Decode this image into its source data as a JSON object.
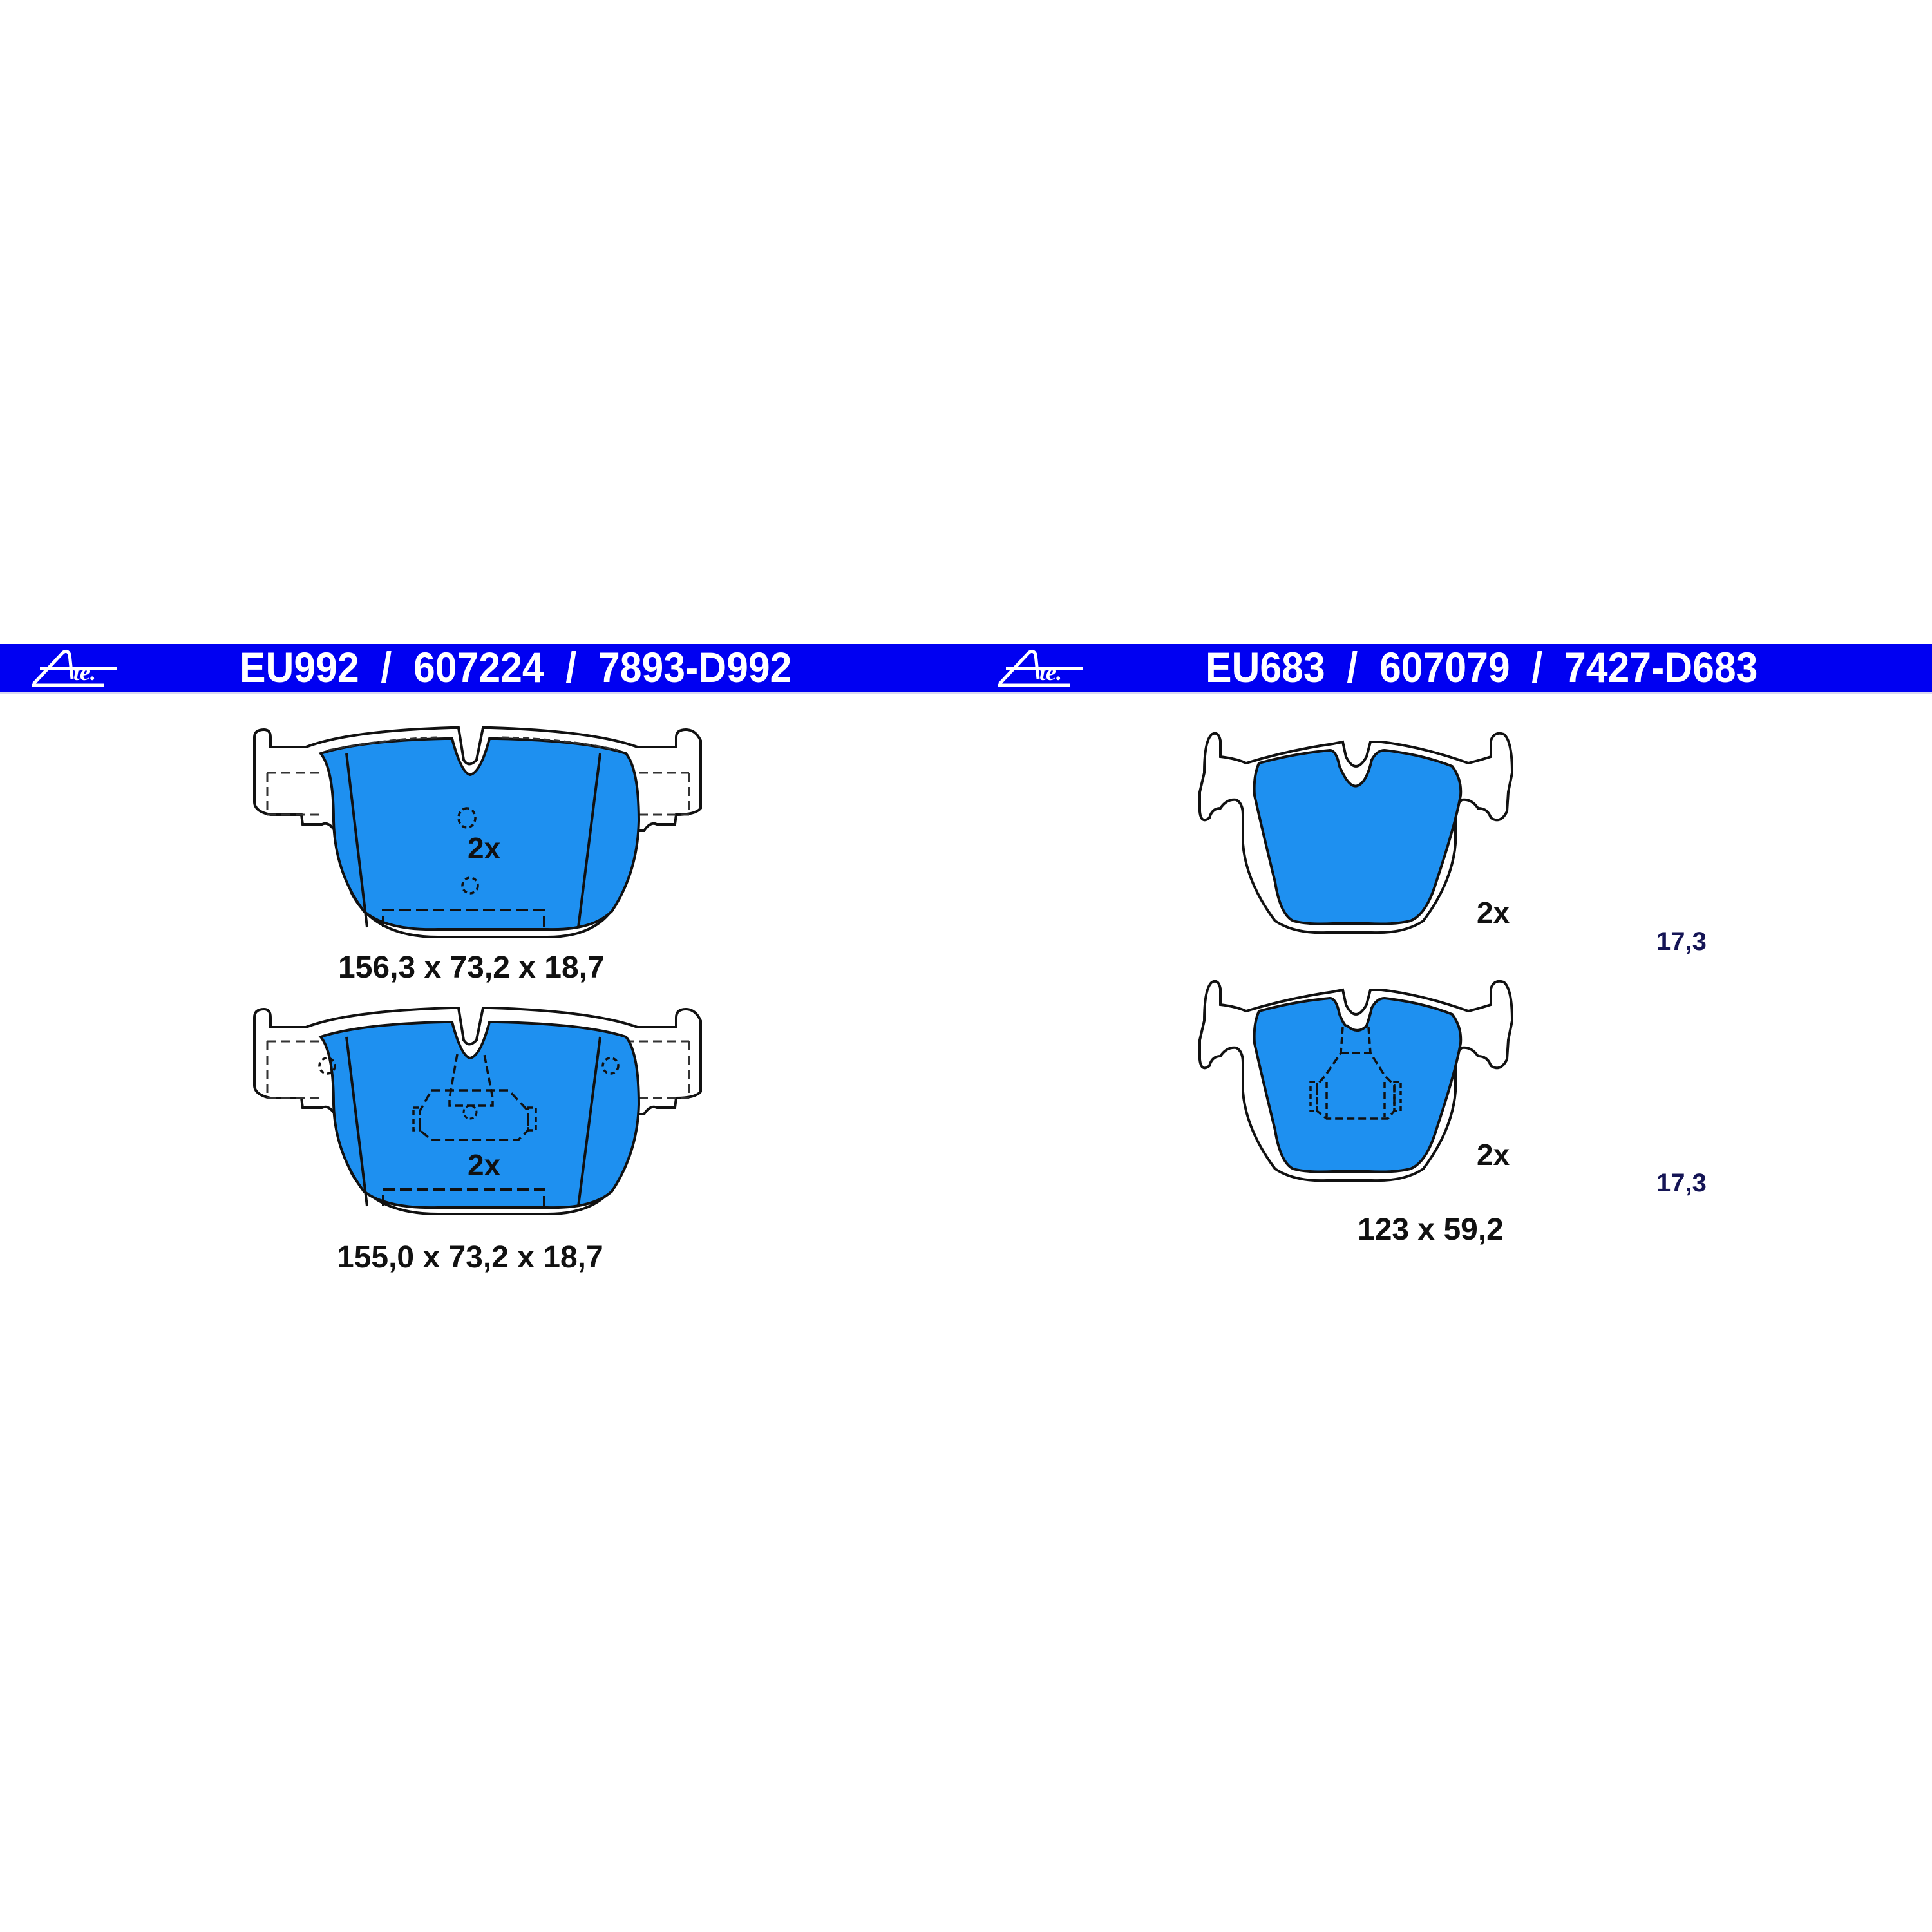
{
  "colors": {
    "header_bar": "#0000f2",
    "header_text": "#ffffff",
    "pad_fill": "#1e90f0",
    "outline": "#111111",
    "thickness_text": "#141455"
  },
  "header": {
    "left": {
      "logo": "ate-logo",
      "title": "EU992  /  607224  /  7893-D992"
    },
    "right": {
      "logo": "ate-logo",
      "title": "EU683  /  607079  /  7427-D683"
    }
  },
  "pads": {
    "front_outer": {
      "quantity": "2x",
      "dimensions": "156,3 x 73,2 x 18,7"
    },
    "front_inner": {
      "quantity": "2x",
      "dimensions": "155,0 x 73,2 x 18,7"
    },
    "rear_outer": {
      "quantity": "2x",
      "thickness": "17,3"
    },
    "rear_inner": {
      "quantity": "2x",
      "thickness": "17,3",
      "dimensions": "123 x 59,2"
    }
  }
}
